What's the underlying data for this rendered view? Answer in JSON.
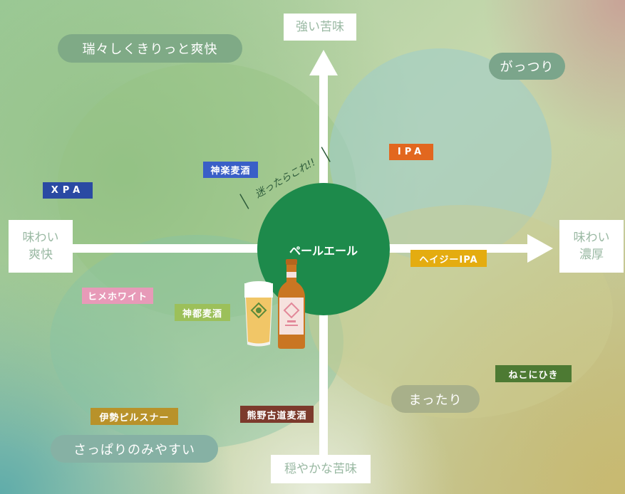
{
  "axes": {
    "top": "強い苦味",
    "bottom": "穏やかな苦味",
    "left": [
      "味わい",
      "爽快"
    ],
    "right": [
      "味わい",
      "濃厚"
    ]
  },
  "quadrant_labels": {
    "top_left": "瑞々しくきりっと爽快",
    "top_right": "がっつり",
    "bottom_right": "まったり",
    "bottom_left": "さっぱりのみやすい"
  },
  "center": "ペールエール",
  "note": "迷ったらこれ!!",
  "beers": [
    {
      "name": "XPA",
      "color": "#2a4aa3"
    },
    {
      "name": "神楽麦酒",
      "color": "#3a5fc7"
    },
    {
      "name": "IPA",
      "color": "#e2671f"
    },
    {
      "name": "ヘイジーIPA",
      "color": "#e4ac10"
    },
    {
      "name": "ヒメホワイト",
      "color": "#e79ab8"
    },
    {
      "name": "神都麦酒",
      "color": "#9cc05a"
    },
    {
      "name": "ねこにひき",
      "color": "#4d7a33"
    },
    {
      "name": "伊勢ピルスナー",
      "color": "#b8922a"
    },
    {
      "name": "熊野古道麦酒",
      "color": "#7c3a2c"
    }
  ],
  "colors": {
    "center_circle": "#1d8a4b",
    "axis_label_text": "#9ab9a3",
    "quadrant_pill": "#7faa86"
  }
}
